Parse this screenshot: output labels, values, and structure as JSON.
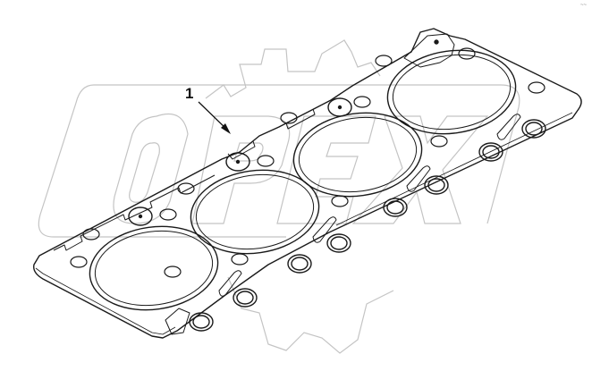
{
  "diagram": {
    "type": "exploded-parts-diagram",
    "subject": "cylinder head gasket",
    "cylinders": 4,
    "callouts": [
      {
        "number": "1",
        "label": "1",
        "points_to": "gasket"
      }
    ],
    "watermark": {
      "text": "OPEX",
      "color": "#c8c8c8"
    },
    "corner_code": "~~"
  },
  "colors": {
    "background": "#ffffff",
    "line": "#1a1a1a",
    "watermark": "#c4c4c4"
  }
}
